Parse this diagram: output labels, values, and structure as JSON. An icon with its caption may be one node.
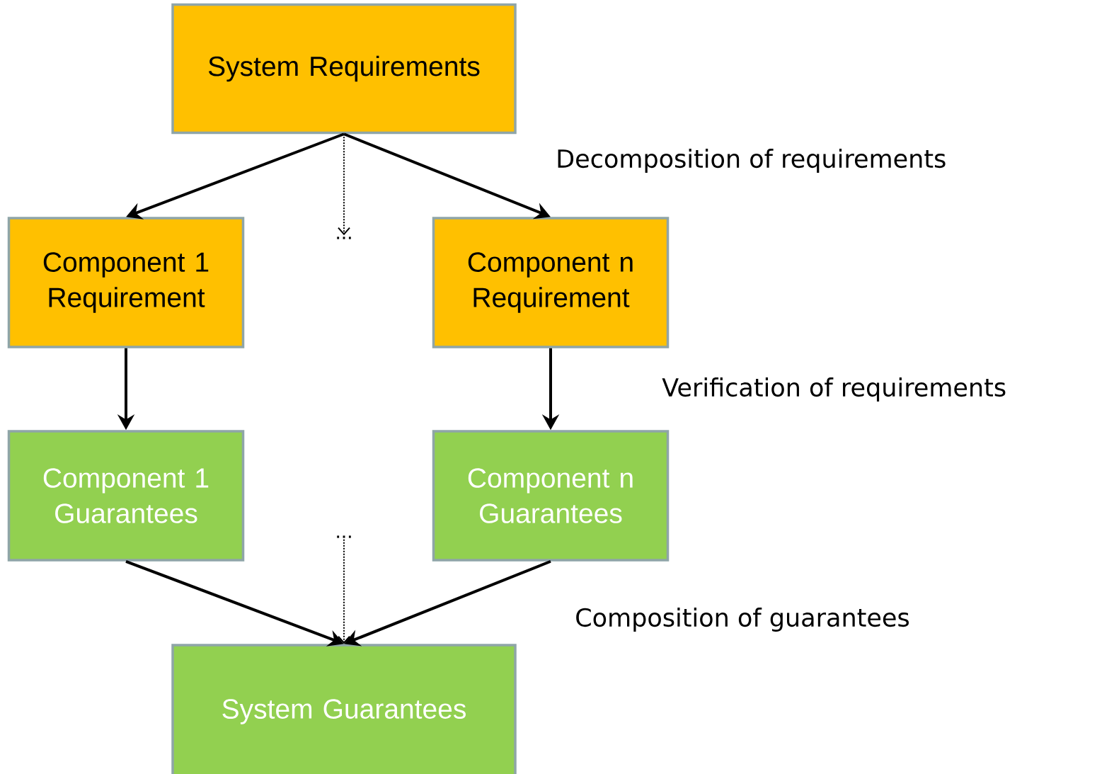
{
  "diagram": {
    "nodes": [
      {
        "text": [
          "System Requirements"
        ]
      },
      {
        "text": [
          "Component 1 Requirement"
        ]
      },
      {
        "text": [
          "..."
        ]
      },
      {
        "text": [
          "Component n Requirement"
        ]
      },
      {
        "text": [
          "Component 1 Guarantees"
        ]
      },
      {
        "text": [
          "..."
        ]
      },
      {
        "text": [
          "Component n Guarantees"
        ]
      },
      {
        "text": [
          "System Guarantees"
        ]
      }
    ],
    "edges": [
      {
        "from": 0,
        "to": 1,
        "arrow": "to"
      },
      {
        "from": 0,
        "to": 2,
        "arrow": "to",
        "style": "dashed"
      },
      {
        "from": 0,
        "to": 3,
        "arrow": "to"
      },
      {
        "from": 1,
        "to": 4,
        "arrow": "to"
      },
      {
        "from": 3,
        "to": 6,
        "arrow": "to"
      },
      {
        "from": 4,
        "to": 7,
        "arrow": "to"
      },
      {
        "from": 5,
        "to": 7,
        "arrow": "to",
        "style": "dashed"
      },
      {
        "from": 6,
        "to": 7,
        "arrow": "to"
      }
    ],
    "labels": [
      "Decomposition of requirements",
      "Verification of requirements",
      "Composition of guarantees"
    ]
  }
}
